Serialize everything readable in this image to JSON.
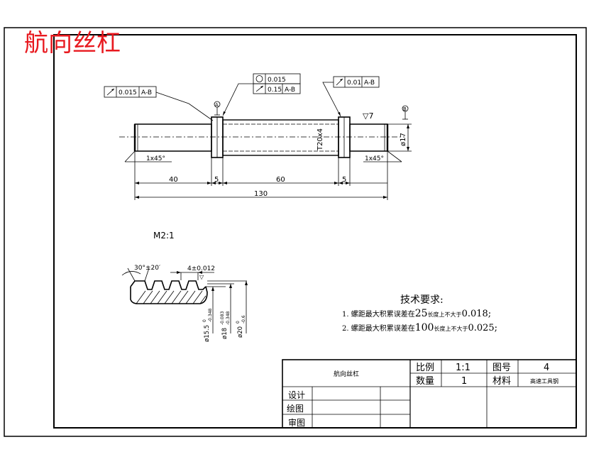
{
  "title": "航向丝杠",
  "gdt": {
    "left_tolerance": "0.015",
    "left_datum": "A-B",
    "mid_roundness": "0.015",
    "mid_runout": "0.15",
    "mid_datum": "A-B",
    "right_tolerance": "0.01",
    "right_datum": "A-B"
  },
  "datums": {
    "a": "A",
    "b": "B"
  },
  "dims": {
    "chamfer_left": "1x45°",
    "chamfer_right": "1x45°",
    "d1": "40",
    "d2": "5",
    "d3": "60",
    "d4": "5",
    "total": "130",
    "thread": "T20x4",
    "dia_right": "ø17",
    "surface": "▽7"
  },
  "detail": {
    "scale": "M2:1",
    "angle": "30°±20′",
    "pitch": "4±0.012",
    "dia1_main": "ø15.5",
    "dia1_tol": "0",
    "dia1_tol2": "-0.348",
    "dia2_main": "ø18",
    "dia2_tol": "-0.083",
    "dia2_tol2": "-0.348",
    "dia3_main": "ø20",
    "dia3_tol": "0",
    "dia3_tol2": "-0.6"
  },
  "tech": {
    "heading": "技术要求:",
    "line1_a": "1. 螺距最大积累误差在",
    "line1_num": "25",
    "line1_b": "长度上不大于",
    "line1_val": "0.018;",
    "line2_a": "2. 螺距最大积累误差在",
    "line2_num": "100",
    "line2_b": "长度上不大于",
    "line2_val": "0.025;"
  },
  "titleblock": {
    "name": "航向丝杠",
    "ratio_label": "比例",
    "ratio_value": "1:1",
    "drawing_no_label": "图号",
    "drawing_no_value": "4",
    "qty_label": "数量",
    "qty_value": "1",
    "material_label": "材料",
    "material_value": "高速工具钢",
    "design_label": "设计",
    "draw_label": "绘图",
    "review_label": "审图"
  }
}
